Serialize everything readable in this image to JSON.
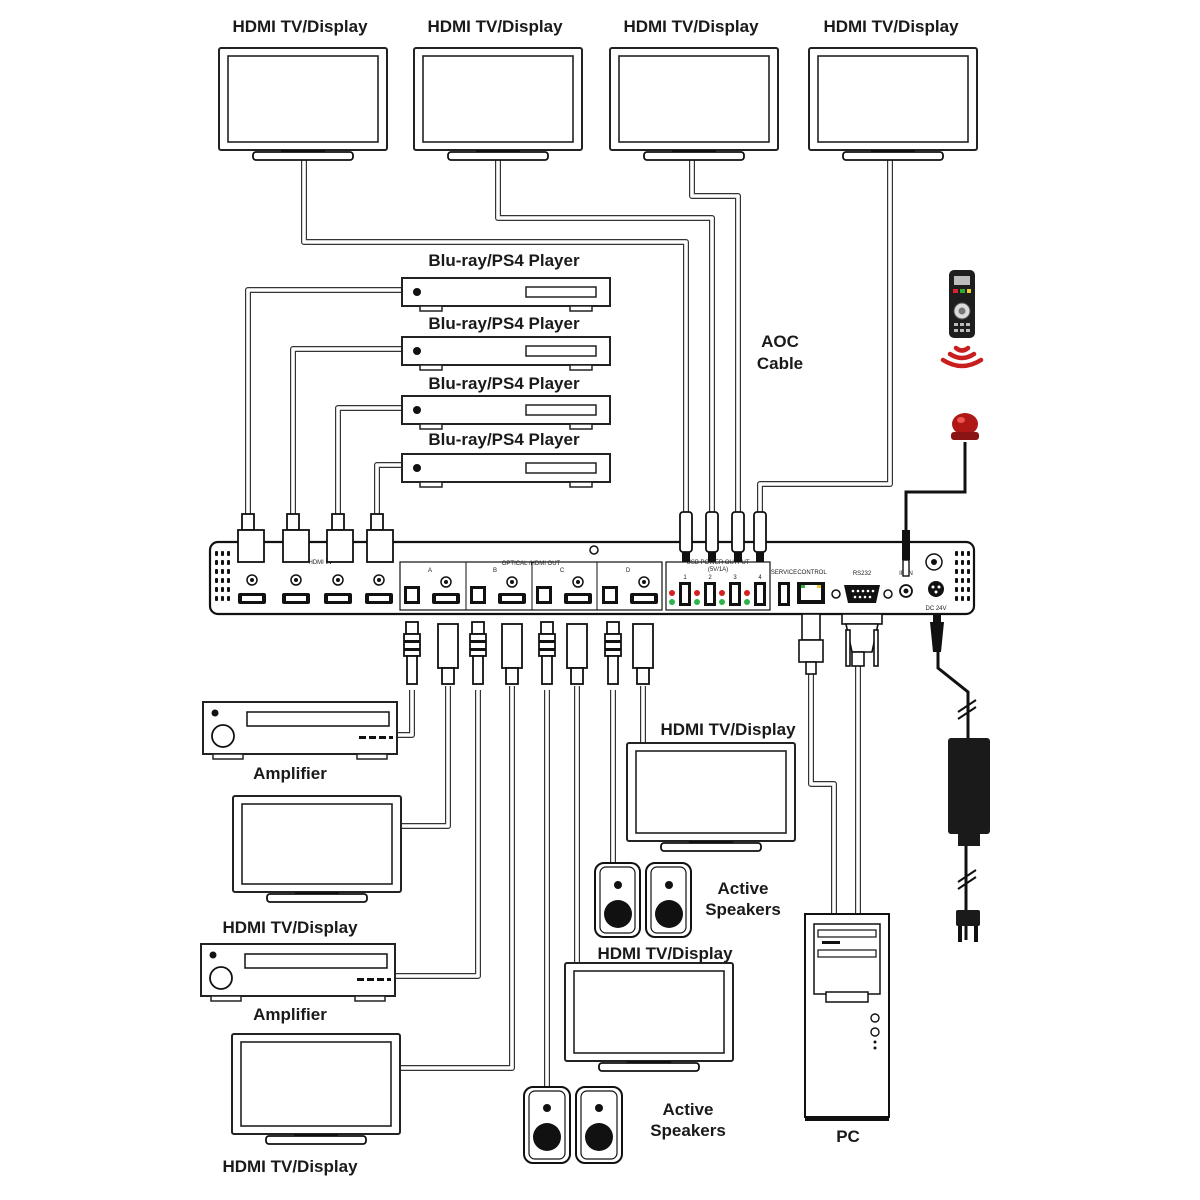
{
  "labels": {
    "display": "HDMI TV/Display",
    "bluray": "Blu-ray/PS4 Player",
    "aoc_line1": "AOC",
    "aoc_line2": "Cable",
    "amplifier": "Amplifier",
    "active_line1": "Active",
    "active_line2": "Speakers",
    "pc": "PC"
  },
  "panel": {
    "hdmi_in": "HDMI IN",
    "optical_hdmi_out": "OPTICAL /HDMI OUT",
    "zones": [
      "A",
      "B",
      "C",
      "D"
    ],
    "usb_power_line1": "USB POWER OUTPUT",
    "usb_power_line2": "(5V/1A)",
    "usb_ports": [
      "1",
      "2",
      "3",
      "4"
    ],
    "service": "SERVICE",
    "control": "CONTROL",
    "rs232": "RS232",
    "ir_in": "IR IN",
    "dc": "DC 24V"
  },
  "colors": {
    "cable": "#333333",
    "led_red": "#d42020",
    "led_green": "#2fb24a",
    "ir_waves": "#c81e1e",
    "ir_eye": "#b01818"
  }
}
